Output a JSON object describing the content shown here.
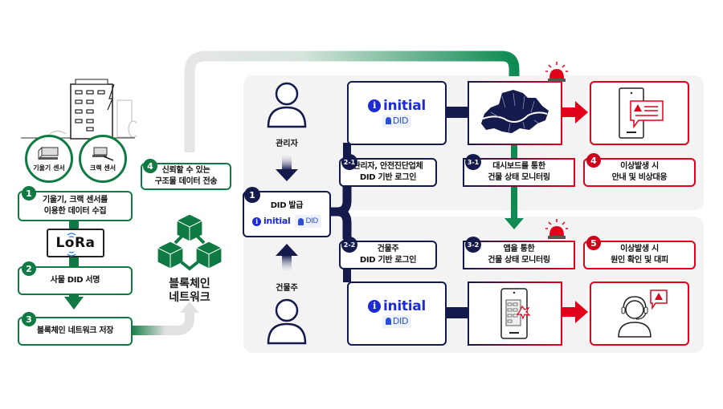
{
  "left": {
    "sensors": [
      {
        "label": "기울기 센서",
        "icon": "tilt-sensor-icon"
      },
      {
        "label": "크랙 센서",
        "icon": "crack-sensor-icon"
      }
    ],
    "steps": [
      {
        "num": "1",
        "text_line1": "기울기, 크랙 센서를",
        "text_line2": "이용한 데이터 수집"
      },
      {
        "num": "2",
        "text": "사물 DID 서명"
      },
      {
        "num": "3",
        "text": "블록체인 네트워크 저장"
      }
    ],
    "lora_label": "LoRa"
  },
  "middle": {
    "step4": {
      "num": "4",
      "line1": "신뢰할 수 있는",
      "line2": "구조물 데이터 전송"
    },
    "blockchain_label_line1": "블록체인",
    "blockchain_label_line2": "네트워크"
  },
  "actors": {
    "admin": "관리자",
    "owner": "건물주"
  },
  "did_issue": {
    "num": "1",
    "title": "DID 발급",
    "brand": "initial",
    "chip": "DID"
  },
  "logins": [
    {
      "num": "2-1",
      "line1": "관리자, 안전진단업체",
      "line2": "DID 기반 로그인"
    },
    {
      "num": "2-2",
      "line1": "건물주",
      "line2": "DID 기반 로그인"
    }
  ],
  "brand_cards": [
    {
      "brand": "initial",
      "chip": "DID"
    },
    {
      "brand": "initial",
      "chip": "DID"
    }
  ],
  "monitoring": [
    {
      "num": "3-1",
      "line1": "대시보드를 통한",
      "line2": "건물 상태 모니터링"
    },
    {
      "num": "3-2",
      "line1": "앱을 통한",
      "line2": "건물 상태 모니터링"
    }
  ],
  "responses": [
    {
      "num": "4",
      "line1": "이상발생 시",
      "line2": "안내 및 비상대응"
    },
    {
      "num": "5",
      "line1": "이상발생 시",
      "line2": "원인 확인 및 대피"
    }
  ],
  "colors": {
    "green": "#0f7a43",
    "navy": "#141a4c",
    "red": "#e3001b",
    "brand_blue": "#1c2bd6",
    "panel_gray": "#f3f3f4"
  }
}
